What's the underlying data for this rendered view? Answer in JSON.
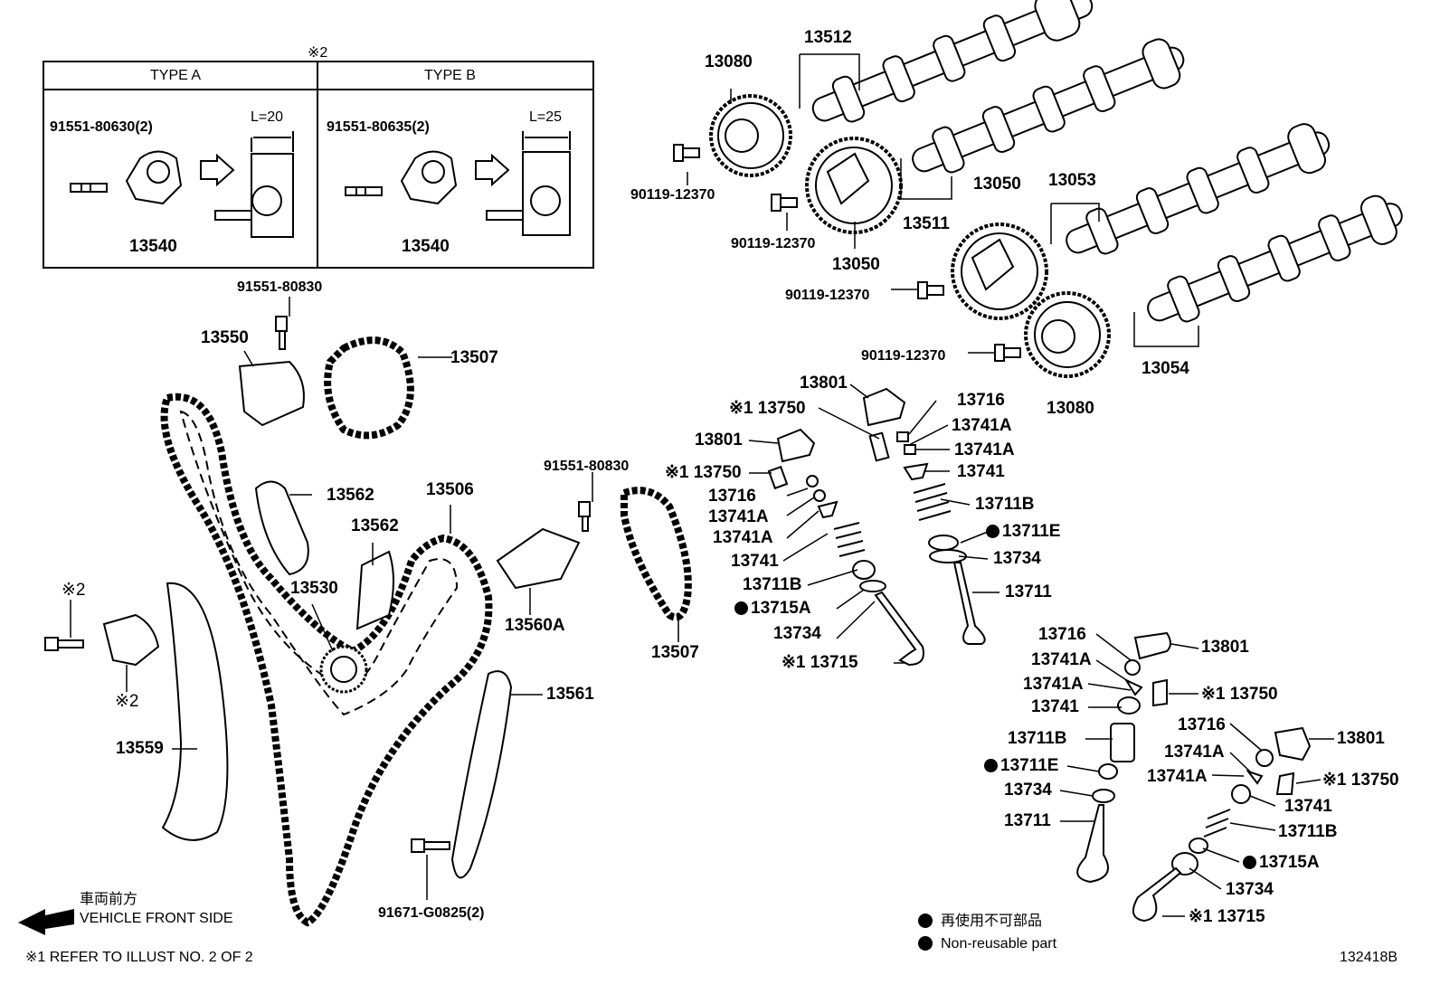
{
  "inset": {
    "mark": "※2",
    "type_a": {
      "title": "TYPE A",
      "bolt": "91551-80630(2)",
      "length": "L=20",
      "part": "13540"
    },
    "type_b": {
      "title": "TYPE B",
      "bolt": "91551-80635(2)",
      "length": "L=25",
      "part": "13540"
    }
  },
  "callouts": [
    "13080",
    "13512",
    "90119-12370",
    "90119-12370",
    "13050",
    "13511",
    "13050",
    "13053",
    "90119-12370",
    "90119-12370",
    "13054",
    "13080",
    "91551-80830",
    "13550",
    "13507",
    "13562",
    "13506",
    "13562",
    "13530",
    "91551-80830",
    "13560A",
    "13507",
    "※2",
    "※2",
    "13559",
    "13561",
    "91671-G0825(2)",
    "13801",
    "※1 13750",
    "13716",
    "13741A",
    "13741A",
    "13801",
    "※1 13750",
    "13741",
    "13716",
    "13741A",
    "13741A",
    "13711B",
    "13741",
    "13711E",
    "13711B",
    "13734",
    "13715A",
    "13711",
    "13734",
    "※1 13715",
    "13716",
    "13801",
    "13741A",
    "13741A",
    "※1 13750",
    "13741",
    "13716",
    "13711B",
    "13801",
    "13741A",
    "13711E",
    "13741A",
    "※1 13750",
    "13741",
    "13734",
    "13711B",
    "13711",
    "13715A",
    "13734",
    "※1 13715"
  ],
  "legend": {
    "direction_jp": "車両前方",
    "direction_en": "VEHICLE FRONT SIDE",
    "nonreusable_jp": "再使用不可部品",
    "nonreusable_en": "Non-reusable part",
    "note": "※1  REFER TO ILLUST NO. 2 OF 2",
    "figure_no": "132418B"
  }
}
